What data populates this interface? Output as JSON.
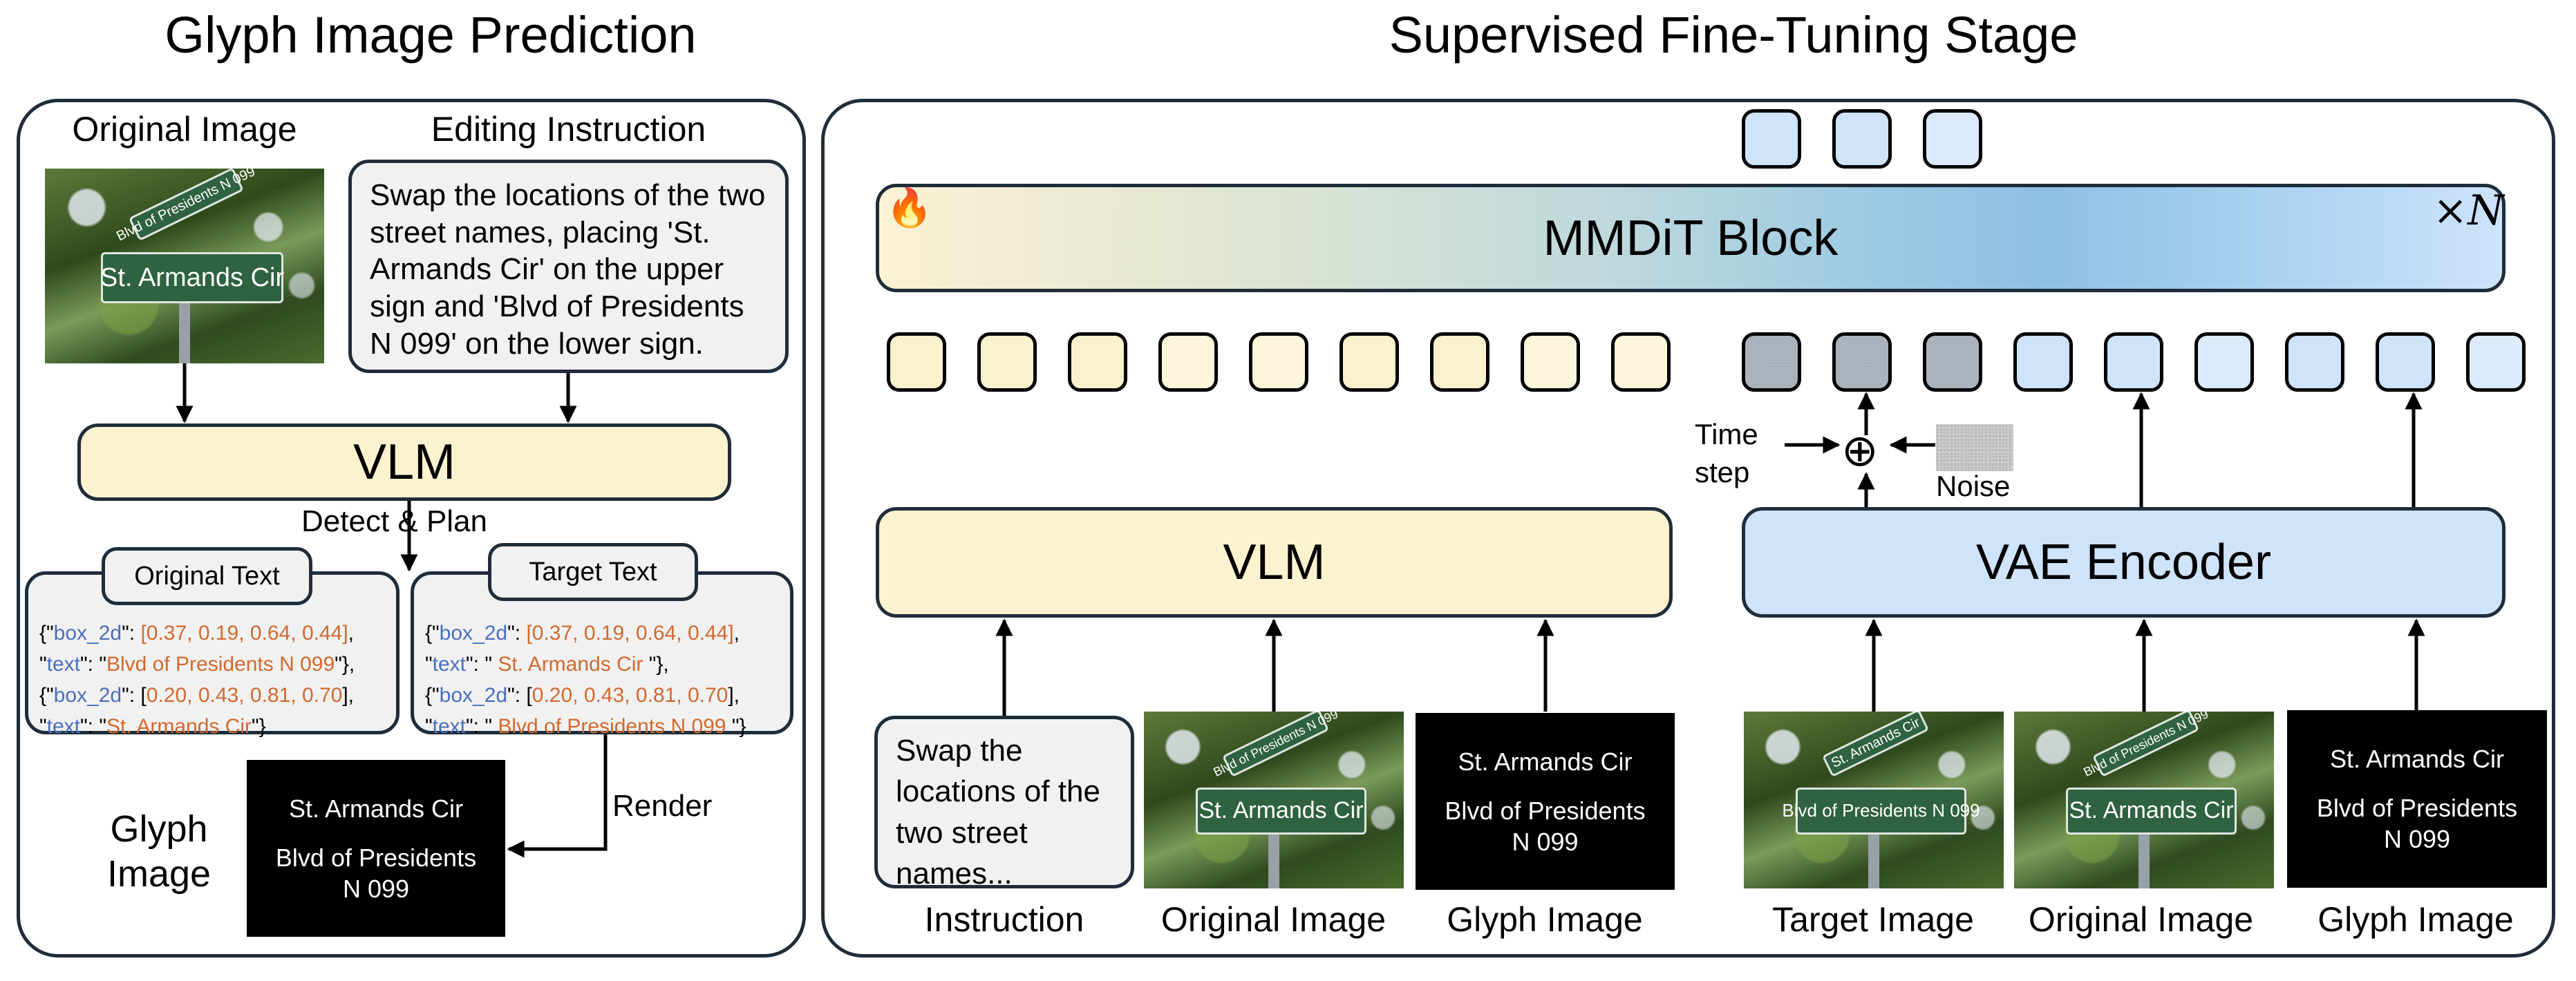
{
  "left_panel": {
    "title": "Glyph Image Prediction",
    "original_image_label": "Original Image",
    "editing_instruction_label": "Editing Instruction",
    "instruction_text": "Swap the locations of the two street names, placing 'St. Armands Cir' on the upper sign and 'Blvd of Presidents N 099' on the lower sign.",
    "vlm_label": "VLM",
    "detect_plan_label": "Detect & Plan",
    "original_text": {
      "tab": "Original Text",
      "entries": [
        {
          "key_box": "box_2d",
          "box": "[0.37, 0.19, 0.64, 0.44]",
          "key_text": "text",
          "text": "Blvd of Presidents N 099"
        },
        {
          "key_box": "box_2d",
          "box": "0.20, 0.43, 0.81, 0.70",
          "key_text": "text",
          "text": "St. Armands Cir"
        }
      ]
    },
    "target_text": {
      "tab": "Target Text",
      "entries": [
        {
          "key_box": "box_2d",
          "box": "[0.37, 0.19, 0.64, 0.44]",
          "key_text": "text",
          "text": " St. Armands Cir "
        },
        {
          "key_box": "box_2d",
          "box": "0.20, 0.43, 0.81, 0.70",
          "key_text": "text",
          "text": " Blvd of Presidents N 099 "
        }
      ]
    },
    "render_label": "Render",
    "glyph_image_label_line1": "Glyph",
    "glyph_image_label_line2": "Image",
    "glyph_lines": [
      "St. Armands Cir",
      "Blvd of Presidents",
      "N 099"
    ],
    "photo_sign_main": "St. Armands  Cir",
    "photo_sign_upper": "Blvd of Presidents N 099"
  },
  "right_panel": {
    "title": "Supervised Fine-Tuning Stage",
    "mmdit_label": "MMDiT Block",
    "repeat_label": "×N",
    "fire_icon": "🔥",
    "time_step_line1": "Time",
    "time_step_line2": "step",
    "noise_label": "Noise",
    "plus_symbol": "⊕",
    "vlm_label": "VLM",
    "vae_label": "VAE Encoder",
    "instruction_short": "Swap the locations of the two street names...",
    "glyph_lines": [
      "St. Armands Cir",
      "Blvd of Presidents",
      "N 099"
    ],
    "target_sign_main": "Blvd of Presidents N 099",
    "target_sign_upper": "St. Armands Cir",
    "orig_sign_main": "St. Armands  Cir",
    "orig_sign_upper": "Blvd of Presidents N 099",
    "bottom_labels": [
      "Instruction",
      "Original Image",
      "Glyph Image",
      "Target Image",
      "Original Image",
      "Glyph Image"
    ],
    "output_tokens": [
      "blue",
      "blue",
      "light-blue"
    ],
    "vlm_tokens": [
      "y1",
      "y1",
      "y1",
      "y2",
      "y2",
      "y1",
      "y1",
      "y2",
      "y2"
    ],
    "latent_tokens": [
      "gray",
      "gray",
      "gray",
      "b1",
      "b1",
      "b2",
      "b1",
      "b1",
      "b2"
    ]
  },
  "colors": {
    "panel_border": "#1f2d3a",
    "vlm_fill": "#fcf2cf",
    "vae_fill": "#cfe3fb",
    "json_key": "#4a6fc0",
    "json_value": "#d2692e",
    "box_fill": "#f1f1f1"
  }
}
